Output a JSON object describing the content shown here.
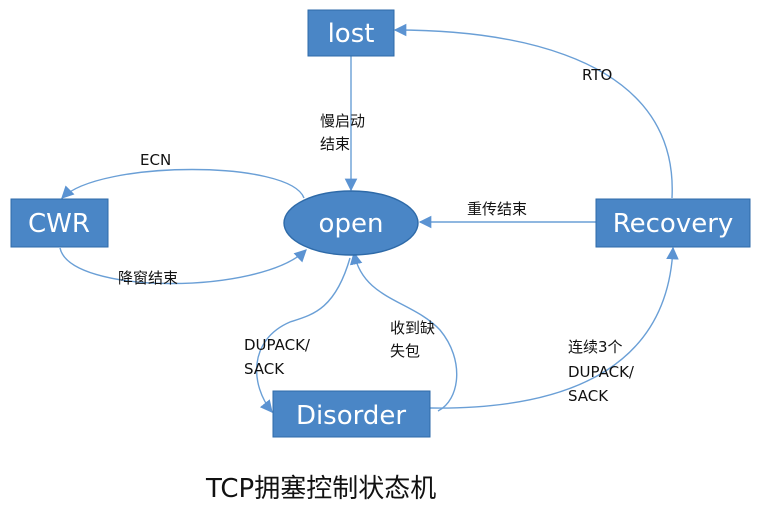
{
  "colors": {
    "node_fill": "#4a86c6",
    "node_stroke": "#2e6aa8",
    "edge": "#6a9fd6",
    "label_text": "#111111",
    "background": "#ffffff"
  },
  "nodes": {
    "lost": "lost",
    "open": "open",
    "cwr": "CWR",
    "recovery": "Recovery",
    "disorder": "Disorder"
  },
  "edges": {
    "slow_start_end": [
      "慢启动",
      "结束"
    ],
    "ecn": "ECN",
    "window_reduced": "降窗结束",
    "retransmit_end": "重传结束",
    "rto": "RTO",
    "dupack_sack": [
      "DUPACK/",
      "SACK"
    ],
    "received_missing": [
      "收到缺",
      "失包"
    ],
    "three_dupack": [
      "连续3个",
      "DUPACK/",
      "SACK"
    ]
  },
  "caption": "TCP拥塞控制状态机"
}
